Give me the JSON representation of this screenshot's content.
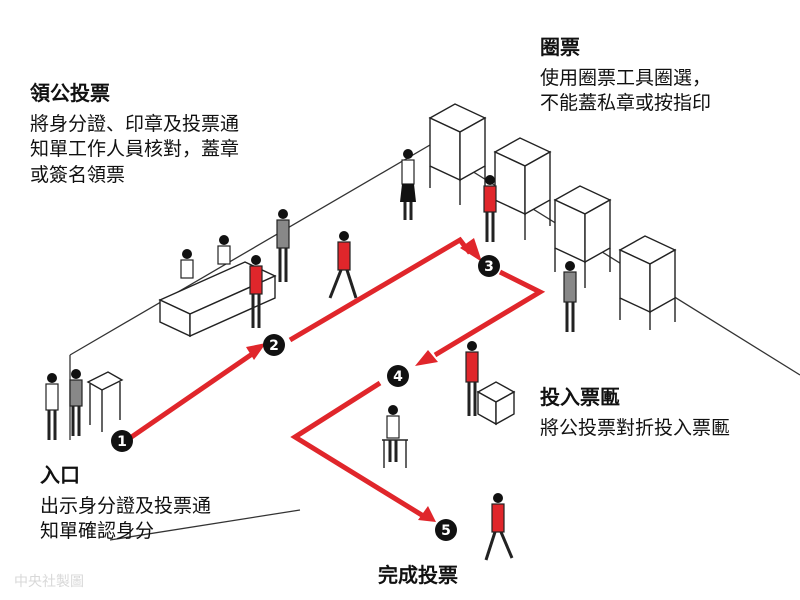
{
  "steps": {
    "entrance": {
      "number": "1",
      "title": "入口",
      "line1": "出示身分證及投票通",
      "line2": "知單確認身分"
    },
    "ballot": {
      "number": "2",
      "title": "領公投票",
      "line1": "將身分證、印章及投票通",
      "line2": "知單工作人員核對，蓋章",
      "line3": "或簽名領票"
    },
    "mark": {
      "number": "3",
      "title": "圈票",
      "line1": "使用圈票工具圈選，",
      "line2": "不能蓋私章或按指印"
    },
    "cast": {
      "number": "4",
      "title": "投入票匭",
      "line1": "將公投票對折投入票匭"
    },
    "done": {
      "number": "5",
      "title": "完成投票"
    }
  },
  "watermark": "中央社製圖",
  "colors": {
    "accent": "#e0262b",
    "ink": "#111111",
    "outline": "#222222"
  }
}
